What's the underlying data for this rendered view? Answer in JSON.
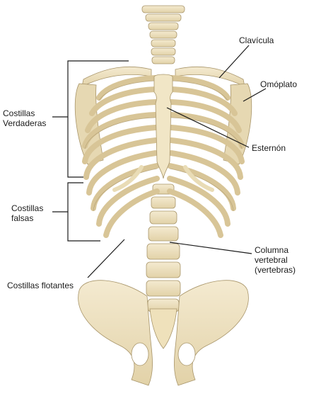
{
  "labels": {
    "clavicula": "Clavícula",
    "omoplato": "Omóplato",
    "costillas_verdaderas": "Costillas\nVerdaderas",
    "esternon": "Esternón",
    "costillas_falsas": "Costillas\nfalsas",
    "columna_vertebral": "Columna\nvertebral\n(vertebras)",
    "costillas_flotantes": "Costillas flotantes"
  },
  "colors": {
    "bone": "#efe3c0",
    "bone_shadow": "#c8b487",
    "bone_outline": "#a8956a",
    "leader_line": "#1a1a1a"
  }
}
